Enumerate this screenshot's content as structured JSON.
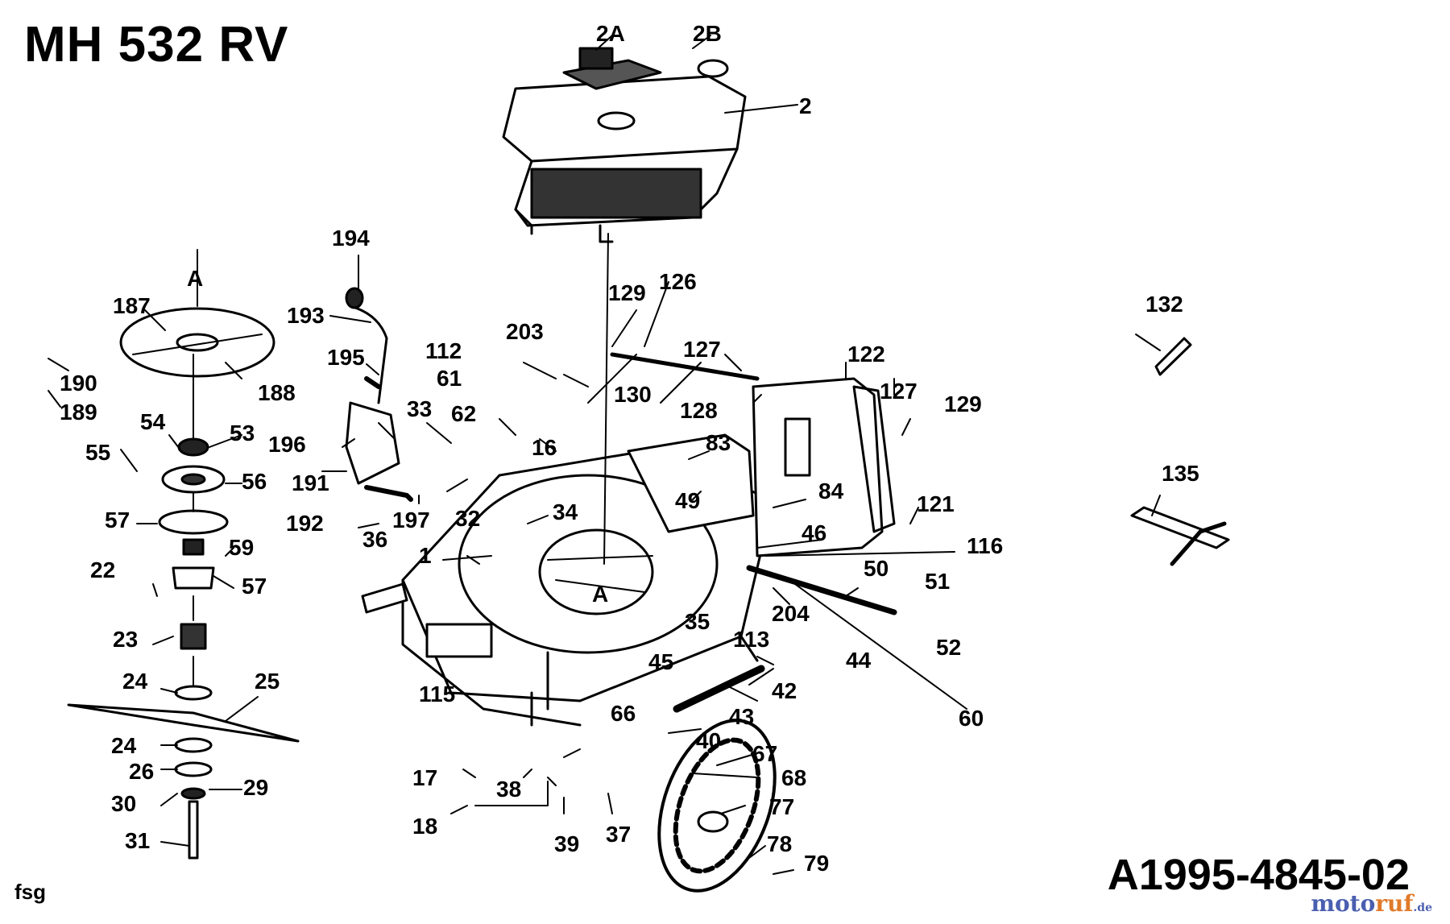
{
  "title": "MH 532 RV",
  "document_number": "A1995-4845-02",
  "footer_code": "fsg",
  "watermark": "motoruf.de",
  "callouts": {
    "c2A": "2A",
    "c2B": "2B",
    "c2": "2",
    "c194": "194",
    "c193": "193",
    "c195": "195",
    "cA": "A",
    "c187": "187",
    "c188": "188",
    "c190": "190",
    "c189": "189",
    "c54": "54",
    "c53": "53",
    "c55": "55",
    "c56": "56",
    "c57": "57",
    "c59": "59",
    "c22": "22",
    "c23": "23",
    "c24": "24",
    "c25": "25",
    "c26": "26",
    "c29": "29",
    "c30": "30",
    "c31": "31",
    "c196": "196",
    "c191": "191",
    "c192": "192",
    "c197": "197",
    "c33": "33",
    "c62": "62",
    "c61": "61",
    "c112": "112",
    "c203": "203",
    "c16": "16",
    "c32": "32",
    "c34": "34",
    "c36": "36",
    "c1": "1",
    "c35": "35",
    "c45": "45",
    "c115": "115",
    "c129": "129",
    "c126": "126",
    "c127": "127",
    "c128": "128",
    "c130": "130",
    "c83": "83",
    "c49": "49",
    "c84": "84",
    "c46": "46",
    "c122": "122",
    "c121": "121",
    "c116": "116",
    "c50": "50",
    "c51": "51",
    "c204": "204",
    "c113": "113",
    "c44": "44",
    "c52": "52",
    "c42": "42",
    "c43": "43",
    "c60": "60",
    "c66": "66",
    "c40": "40",
    "c67": "67",
    "c68": "68",
    "c77": "77",
    "c78": "78",
    "c79": "79",
    "c17": "17",
    "c38": "38",
    "c18": "18",
    "c39": "39",
    "c37": "37",
    "c132": "132",
    "c135": "135"
  }
}
